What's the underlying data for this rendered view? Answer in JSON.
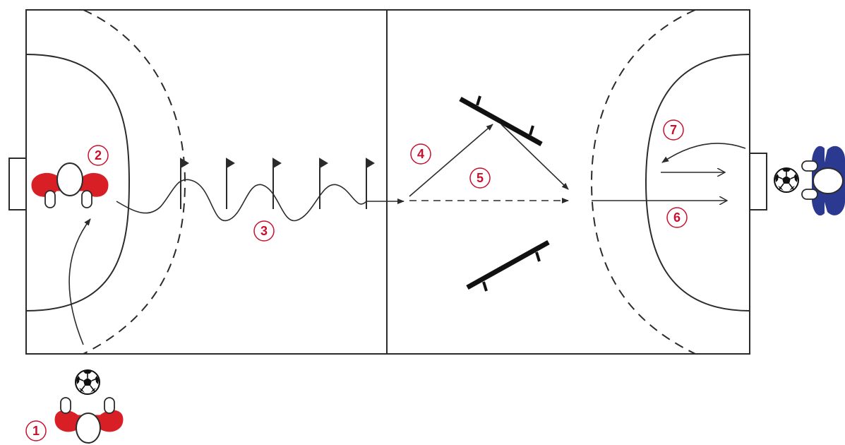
{
  "colors": {
    "line": "#2b2b2b",
    "team_red": "#d91f26",
    "team_blue": "#2b3990",
    "step_number": "#c8102e",
    "background": "#ffffff"
  },
  "steps": [
    {
      "label": "1"
    },
    {
      "label": "2"
    },
    {
      "label": "3"
    },
    {
      "label": "4"
    },
    {
      "label": "5"
    },
    {
      "label": "6"
    },
    {
      "label": "7"
    }
  ],
  "players": [
    {
      "team": "red",
      "icon": "player-icon",
      "role": "start"
    },
    {
      "team": "red",
      "icon": "player-icon",
      "role": "dribbler"
    },
    {
      "team": "blue",
      "icon": "player-icon",
      "role": "opponent"
    }
  ],
  "equipment": {
    "flags": 5,
    "rebound_boards": 2,
    "balls": 2
  }
}
